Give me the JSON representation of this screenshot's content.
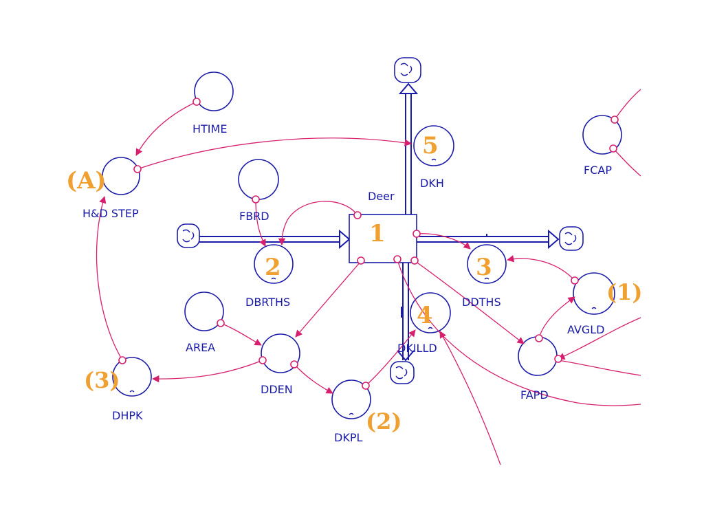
{
  "colors": {
    "structure": "#1a1aa8",
    "connector": "#d6206e",
    "annotation": "#f0a030"
  },
  "labels": {
    "htime": "HTIME",
    "hd_step": "H&D STEP",
    "fbrd": "FBRD",
    "deer": "Deer",
    "dkh": "DKH",
    "fcap": "FCAP",
    "dbrths": "DBRTHS",
    "ddths": "DDTHS",
    "area": "AREA",
    "dden": "DDEN",
    "dkilld": "DKILLD",
    "avgld": "AVGLD",
    "fapd": "FAPD",
    "dhpk": "DHPK",
    "dkpl": "DKPL"
  },
  "annotations": {
    "a": "(A)",
    "n1": "1",
    "n2": "2",
    "n3": "3",
    "n4": "4",
    "n5": "5",
    "p1": "(1)",
    "p2": "(2)",
    "p3": "(3)"
  }
}
